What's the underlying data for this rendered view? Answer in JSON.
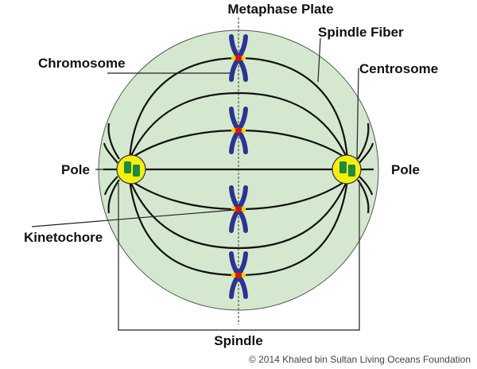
{
  "labels": {
    "metaphase_plate": "Metaphase Plate",
    "spindle_fiber": "Spindle Fiber",
    "chromosome": "Chromosome",
    "centrosome": "Centrosome",
    "pole_left": "Pole",
    "pole_right": "Pole",
    "kinetochore": "Kinetochore",
    "spindle": "Spindle"
  },
  "copyright": "© 2014 Khaled bin Sultan Living Oceans Foundation",
  "colors": {
    "cell": "#d4e8cf",
    "chromosome": "#2b3590",
    "kinetochore": "#e01010",
    "centromere": "#f2d200",
    "pole": "#f5ee10",
    "centriole": "#1e8a3c"
  }
}
